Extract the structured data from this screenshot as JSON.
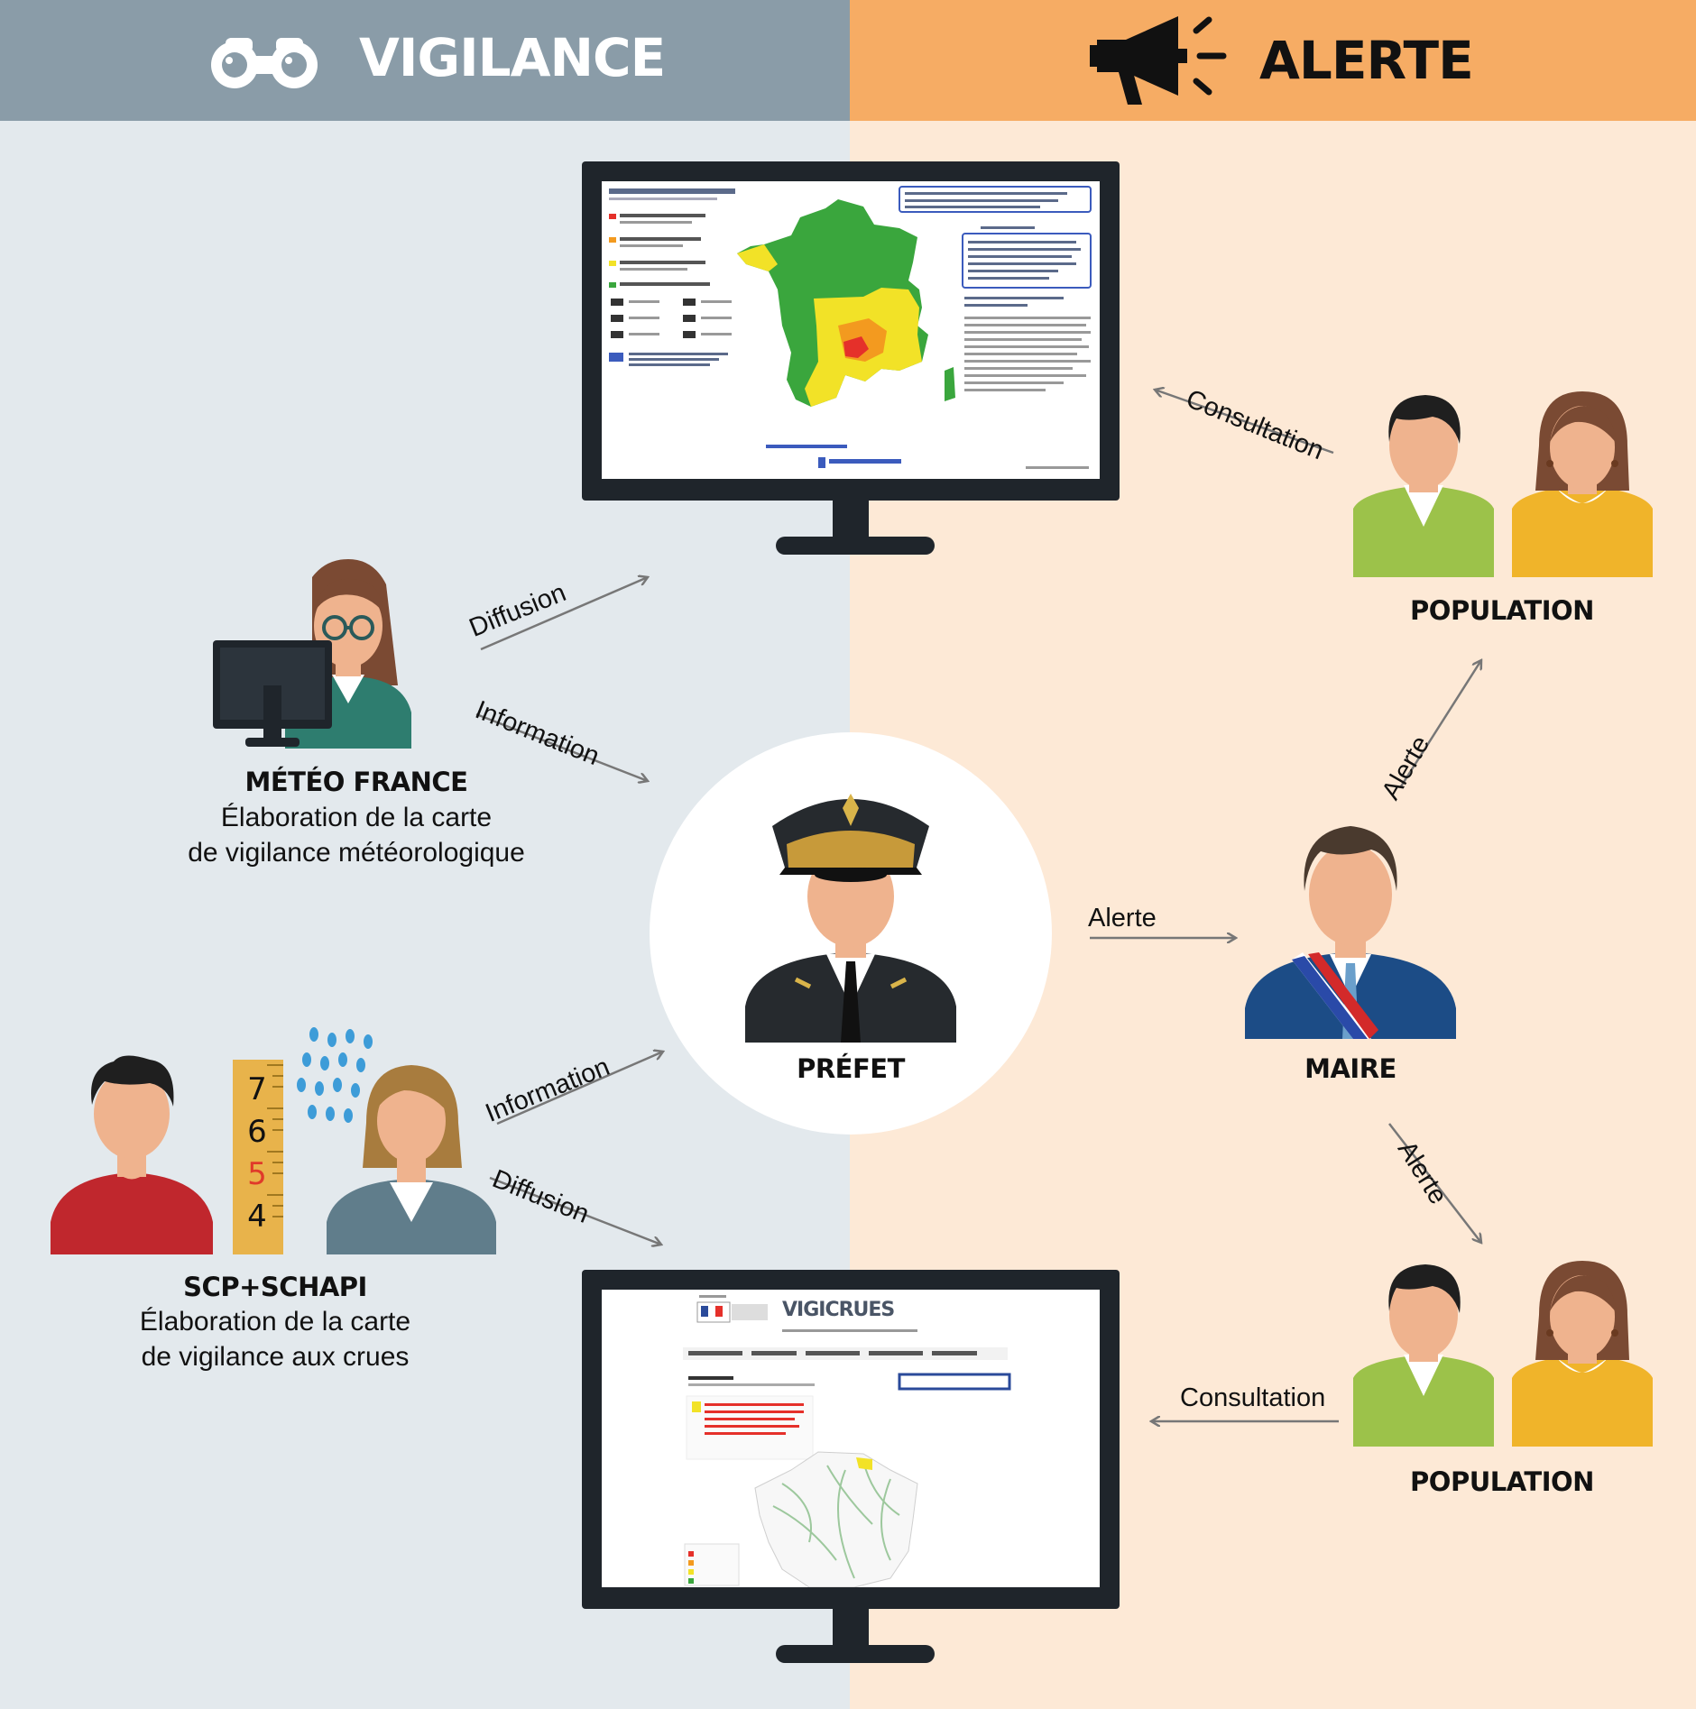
{
  "headers": {
    "vigilance": "VIGILANCE",
    "alerte": "ALERTE",
    "vigilance_color": "#8a9ca8",
    "alerte_color": "#f6ac64",
    "vigilance_icon": "binoculars-icon",
    "alerte_icon": "megaphone-icon"
  },
  "actors": {
    "meteo_france": {
      "name": "MÉTÉO FRANCE",
      "desc_line1": "Élaboration de la carte",
      "desc_line2": "de vigilance météorologique"
    },
    "scp_schapi": {
      "name": "SCP+SCHAPI",
      "desc_line1": "Élaboration de la carte",
      "desc_line2": "de vigilance aux crues"
    },
    "prefet": {
      "name": "PRÉFET"
    },
    "maire": {
      "name": "MAIRE"
    },
    "population_top": {
      "name": "POPULATION"
    },
    "population_bottom": {
      "name": "POPULATION"
    }
  },
  "gauge": {
    "marks": [
      "7",
      "6",
      "5",
      "4"
    ],
    "highlight": "5"
  },
  "screens": {
    "vigicrues_logo": "VIGICRUES"
  },
  "flows": {
    "meteo_diffusion": "Diffusion",
    "meteo_information": "Information",
    "scp_information": "Information",
    "scp_diffusion": "Diffusion",
    "prefet_maire": "Alerte",
    "maire_pop_top": "Alerte",
    "maire_pop_bottom": "Alerte",
    "pop_top_consultation": "Consultation",
    "pop_bottom_consultation": "Consultation"
  }
}
